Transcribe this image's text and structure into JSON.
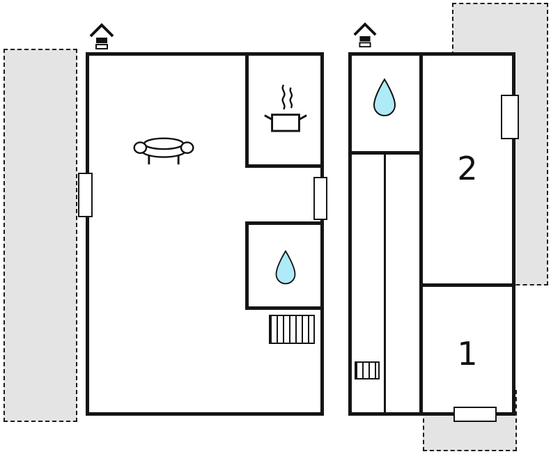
{
  "floorplan": {
    "type": "vacation-home-floor-plan",
    "rooms": [
      {
        "id": "room-2",
        "label": "2"
      },
      {
        "id": "room-1",
        "label": "1"
      }
    ],
    "colors": {
      "wall": "#151515",
      "water": "#aeeaf8",
      "outdoor": "#e4e4e4",
      "background": "#ffffff"
    },
    "icons": {
      "chimney": "chimney-icon",
      "stove": "stove-icon",
      "sofa": "sofa-icon",
      "water_drop": "water-drop-icon",
      "radiator": "radiator-hatch",
      "window": "window-opening"
    }
  }
}
